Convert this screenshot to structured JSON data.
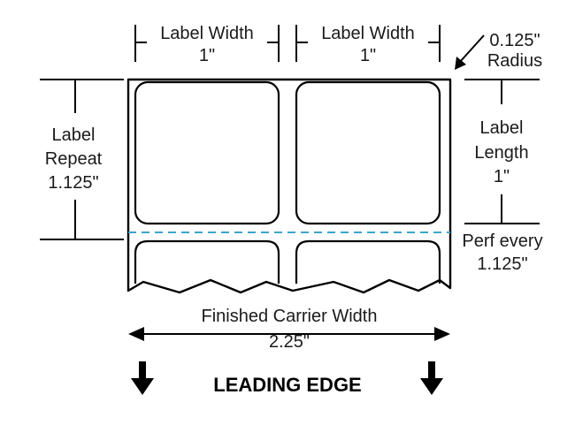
{
  "dimensions": {
    "label_width_left": {
      "label": "Label Width",
      "value": "1\""
    },
    "label_width_right": {
      "label": "Label Width",
      "value": "1\""
    },
    "corner_radius": {
      "value": "0.125\"",
      "label": "Radius"
    },
    "label_repeat": {
      "line1": "Label",
      "line2": "Repeat",
      "value": "1.125\""
    },
    "label_length": {
      "line1": "Label",
      "line2": "Length",
      "value": "1\""
    },
    "perforation": {
      "label": "Perf every",
      "value": "1.125\""
    },
    "carrier_width": {
      "label": "Finished Carrier Width",
      "value": "2.25\""
    }
  },
  "leading_edge": {
    "text": "LEADING EDGE"
  },
  "colors": {
    "line": "#000000",
    "perf": "#3aa6c9",
    "text": "#1a1a1a"
  }
}
